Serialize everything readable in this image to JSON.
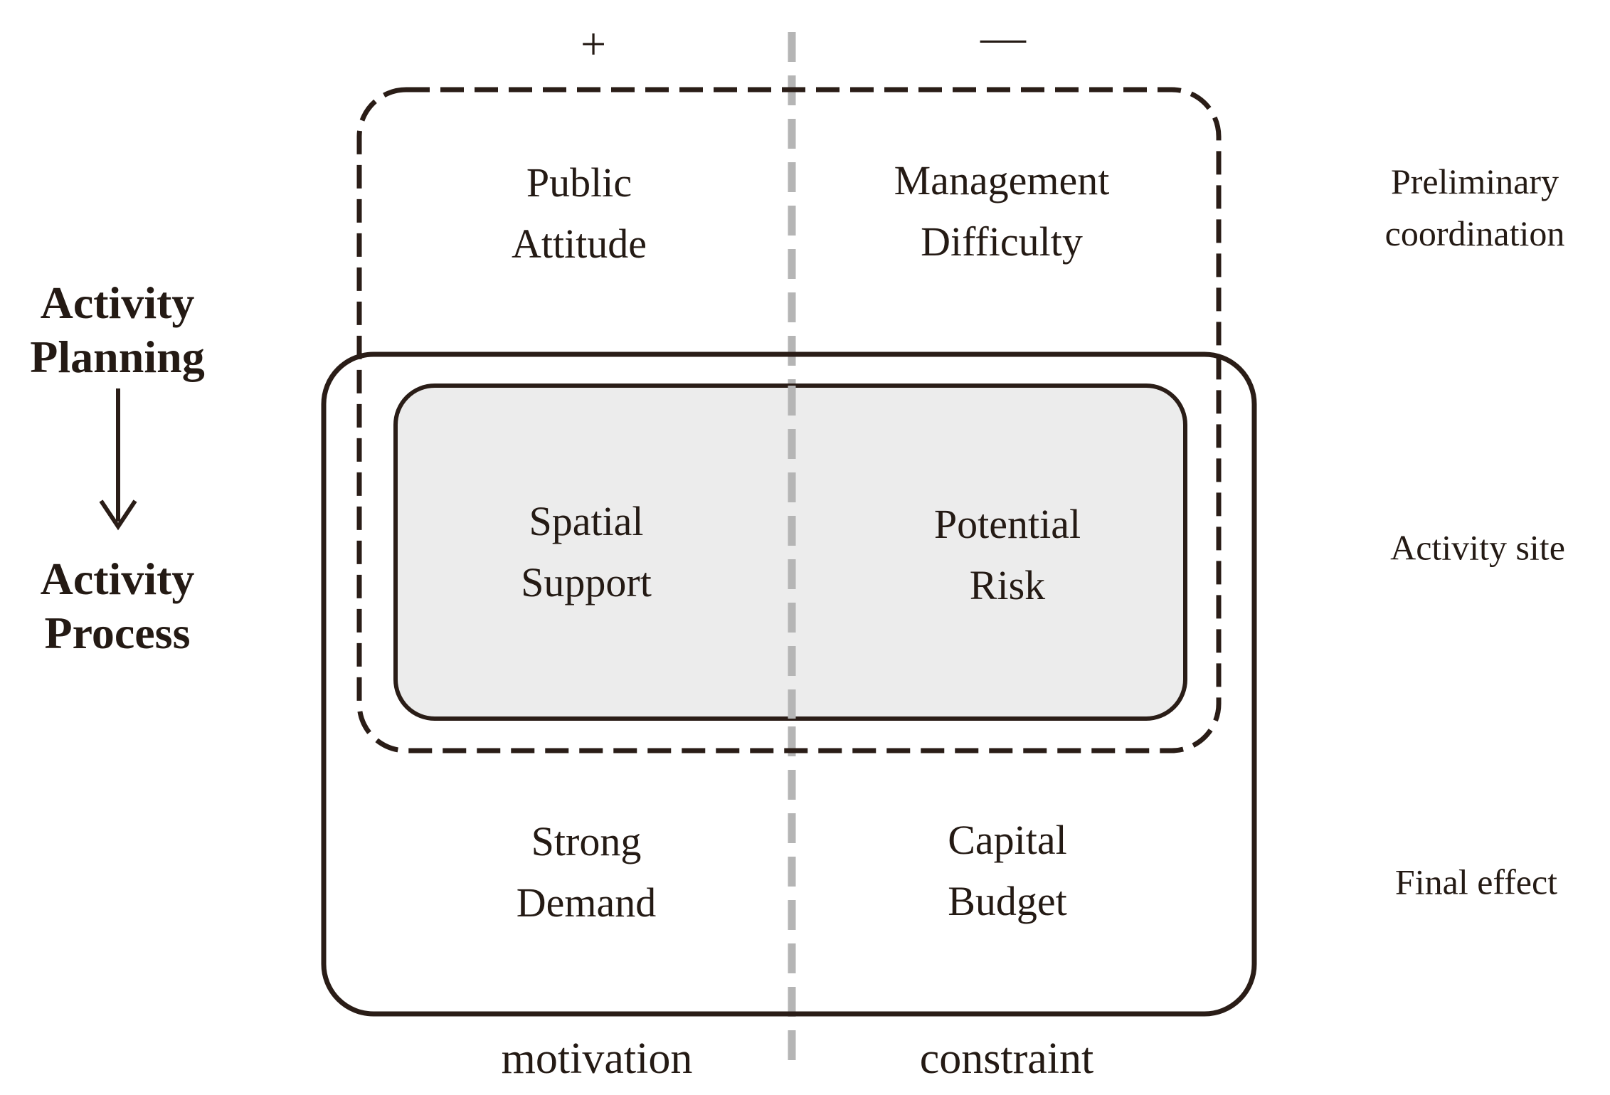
{
  "colors": {
    "line": "#2a1d17",
    "text": "#241a14",
    "box-fill": "#ececec",
    "divider": "#b5b5b5"
  },
  "signs": {
    "plus": "+",
    "minus": "—"
  },
  "flow": {
    "planning": [
      "Activity",
      "Planning"
    ],
    "process": [
      "Activity",
      "Process"
    ],
    "arrow_icon": "down-arrow"
  },
  "quadrants": {
    "public_attitude": [
      "Public",
      "Attitude"
    ],
    "management_difficulty": [
      "Management",
      "Difficulty"
    ],
    "spatial_support": [
      "Spatial",
      "Support"
    ],
    "potential_risk": [
      "Potential",
      "Risk"
    ],
    "strong_demand": [
      "Strong",
      "Demand"
    ],
    "capital_budget": [
      "Capital",
      "Budget"
    ]
  },
  "bottom_labels": {
    "motivation": "motivation",
    "constraint": "constraint"
  },
  "right_labels": {
    "preliminary_coordination": [
      "Preliminary",
      "coordination"
    ],
    "activity_site": "Activity site",
    "final_effect": "Final effect"
  }
}
